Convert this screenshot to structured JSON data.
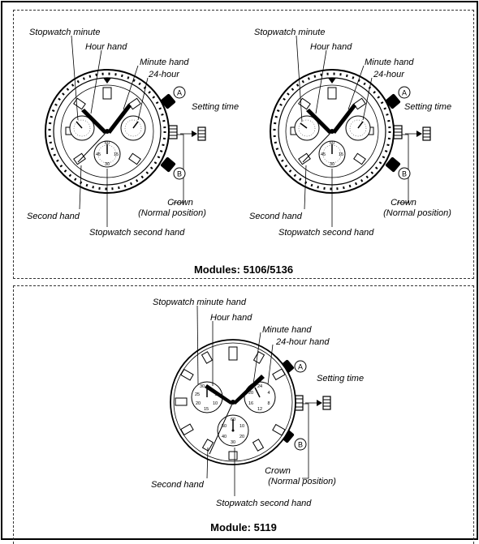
{
  "modules": [
    {
      "caption": "Modules: 5106/5136",
      "watches": [
        {
          "labels": {
            "stopwatch_minute": "Stopwatch minute",
            "hour_hand": "Hour hand",
            "minute_hand": "Minute hand",
            "hour24": "24-hour",
            "setting_time": "Setting time",
            "crown_line1": "Crown",
            "crown_line2": "(Normal position)",
            "second_hand": "Second hand",
            "stopwatch_second_hand": "Stopwatch second hand"
          },
          "buttons": {
            "a": "A",
            "b": "B"
          },
          "subdial_numbers": {
            "sec": [
              "60",
              "15",
              "30",
              "45"
            ]
          }
        },
        {
          "labels": {
            "stopwatch_minute": "Stopwatch minute",
            "hour_hand": "Hour hand",
            "minute_hand": "Minute hand",
            "hour24": "24-hour",
            "setting_time": "Setting time",
            "crown_line1": "Crown",
            "crown_line2": "(Normal position)",
            "second_hand": "Second hand",
            "stopwatch_second_hand": "Stopwatch second hand"
          },
          "buttons": {
            "a": "A",
            "b": "B"
          },
          "subdial_numbers": {
            "sec": [
              "60",
              "15",
              "30",
              "45"
            ]
          }
        }
      ]
    },
    {
      "caption": "Module: 5119",
      "watches": [
        {
          "labels": {
            "stopwatch_minute": "Stopwatch minute hand",
            "hour_hand": "Hour hand",
            "minute_hand": "Minute hand",
            "hour24": "24-hour hand",
            "setting_time": "Setting time",
            "crown_line1": "Crown",
            "crown_line2": "(Normal position)",
            "second_hand": "Second hand",
            "stopwatch_second_hand": "Stopwatch second hand"
          },
          "buttons": {
            "a": "A",
            "b": "B"
          },
          "subdial_numbers": {
            "left": [
              "30",
              "25",
              "20",
              "15",
              "10",
              "5"
            ],
            "right": [
              "24",
              "4",
              "8",
              "12",
              "16",
              "20"
            ],
            "bottom": [
              "60",
              "10",
              "20",
              "30",
              "40",
              "50"
            ]
          }
        }
      ]
    }
  ]
}
